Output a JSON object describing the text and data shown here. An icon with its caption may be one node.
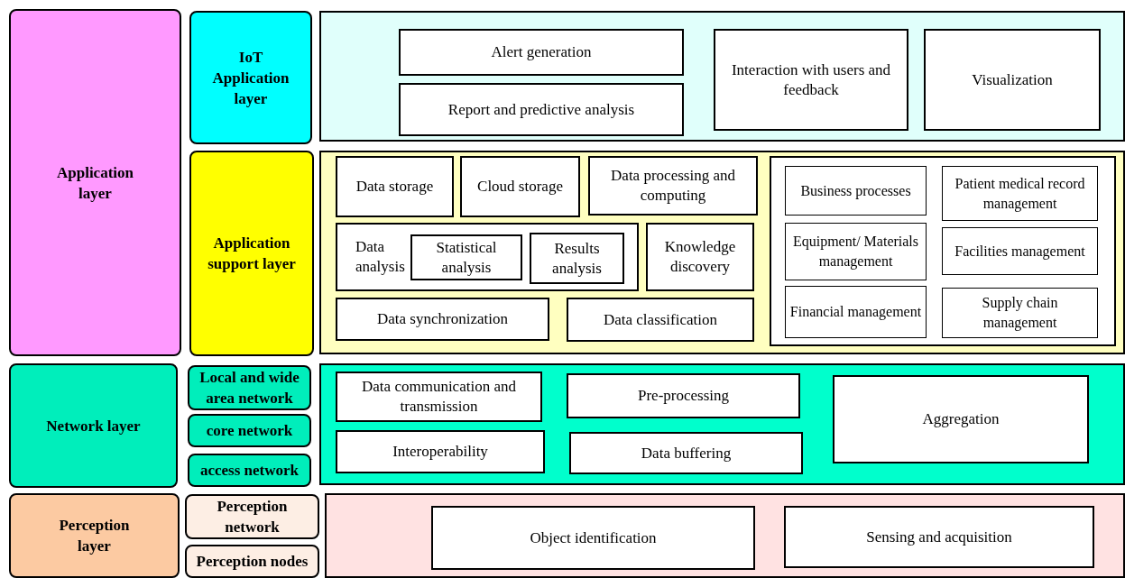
{
  "diagram": {
    "nodes": [
      {
        "text": [
          "Application layer"
        ]
      },
      {
        "text": [
          "IoT Application layer"
        ]
      },
      {
        "text": [],
        "shape": "box"
      },
      {
        "text": [
          "Alert generation"
        ],
        "in": 2
      },
      {
        "text": [
          "Report and predictive analysis"
        ],
        "in": 2
      },
      {
        "text": [
          "Interaction with users and feedback"
        ],
        "in": 2
      },
      {
        "text": [
          "Visualization"
        ],
        "in": 2
      },
      {
        "text": [
          "Application support layer"
        ]
      },
      {
        "text": [],
        "shape": "box"
      },
      {
        "text": [
          "Data storage"
        ],
        "in": 8
      },
      {
        "text": [
          "Cloud storage"
        ],
        "in": 8
      },
      {
        "text": [
          "Data processing and computing"
        ],
        "in": 8
      },
      {
        "text": [
          "Data analysis"
        ],
        "in": 8
      },
      {
        "text": [
          "Statistical analysis"
        ],
        "in": 12
      },
      {
        "text": [
          "Results analysis"
        ],
        "in": 12
      },
      {
        "text": [
          "Knowledge discovery"
        ],
        "in": 8
      },
      {
        "text": [
          "Data synchronization"
        ],
        "in": 8
      },
      {
        "text": [
          "Data classification"
        ],
        "in": 8
      },
      {
        "text": [],
        "shape": "box",
        "in": 8
      },
      {
        "text": [
          "Business processes"
        ],
        "in": 18
      },
      {
        "text": [
          "Patient medical record management"
        ],
        "in": 18
      },
      {
        "text": [
          "Equipment/ Materials management"
        ],
        "in": 18
      },
      {
        "text": [
          "Facilities management"
        ],
        "in": 18
      },
      {
        "text": [
          "Financial management"
        ],
        "in": 18
      },
      {
        "text": [
          "Supply chain management"
        ],
        "in": 18
      },
      {
        "text": [
          "Network layer"
        ]
      },
      {
        "text": [
          "Local and wide area network"
        ]
      },
      {
        "text": [
          "core network"
        ]
      },
      {
        "text": [
          "access network"
        ]
      },
      {
        "text": [],
        "shape": "box"
      },
      {
        "text": [
          "Data communication and transmission"
        ],
        "in": 29
      },
      {
        "text": [
          "Pre-processing"
        ],
        "in": 29
      },
      {
        "text": [
          "Aggregation"
        ],
        "in": 29
      },
      {
        "text": [
          "Interoperability"
        ],
        "in": 29
      },
      {
        "text": [
          "Data buffering"
        ],
        "in": 29
      },
      {
        "text": [
          "Perception layer"
        ]
      },
      {
        "text": [
          "Perception network"
        ]
      },
      {
        "text": [
          "Perception nodes"
        ]
      },
      {
        "text": [],
        "shape": "box"
      },
      {
        "text": [
          "Object identification"
        ],
        "in": 38
      },
      {
        "text": [
          "Sensing and acquisition"
        ],
        "in": 38
      }
    ]
  }
}
